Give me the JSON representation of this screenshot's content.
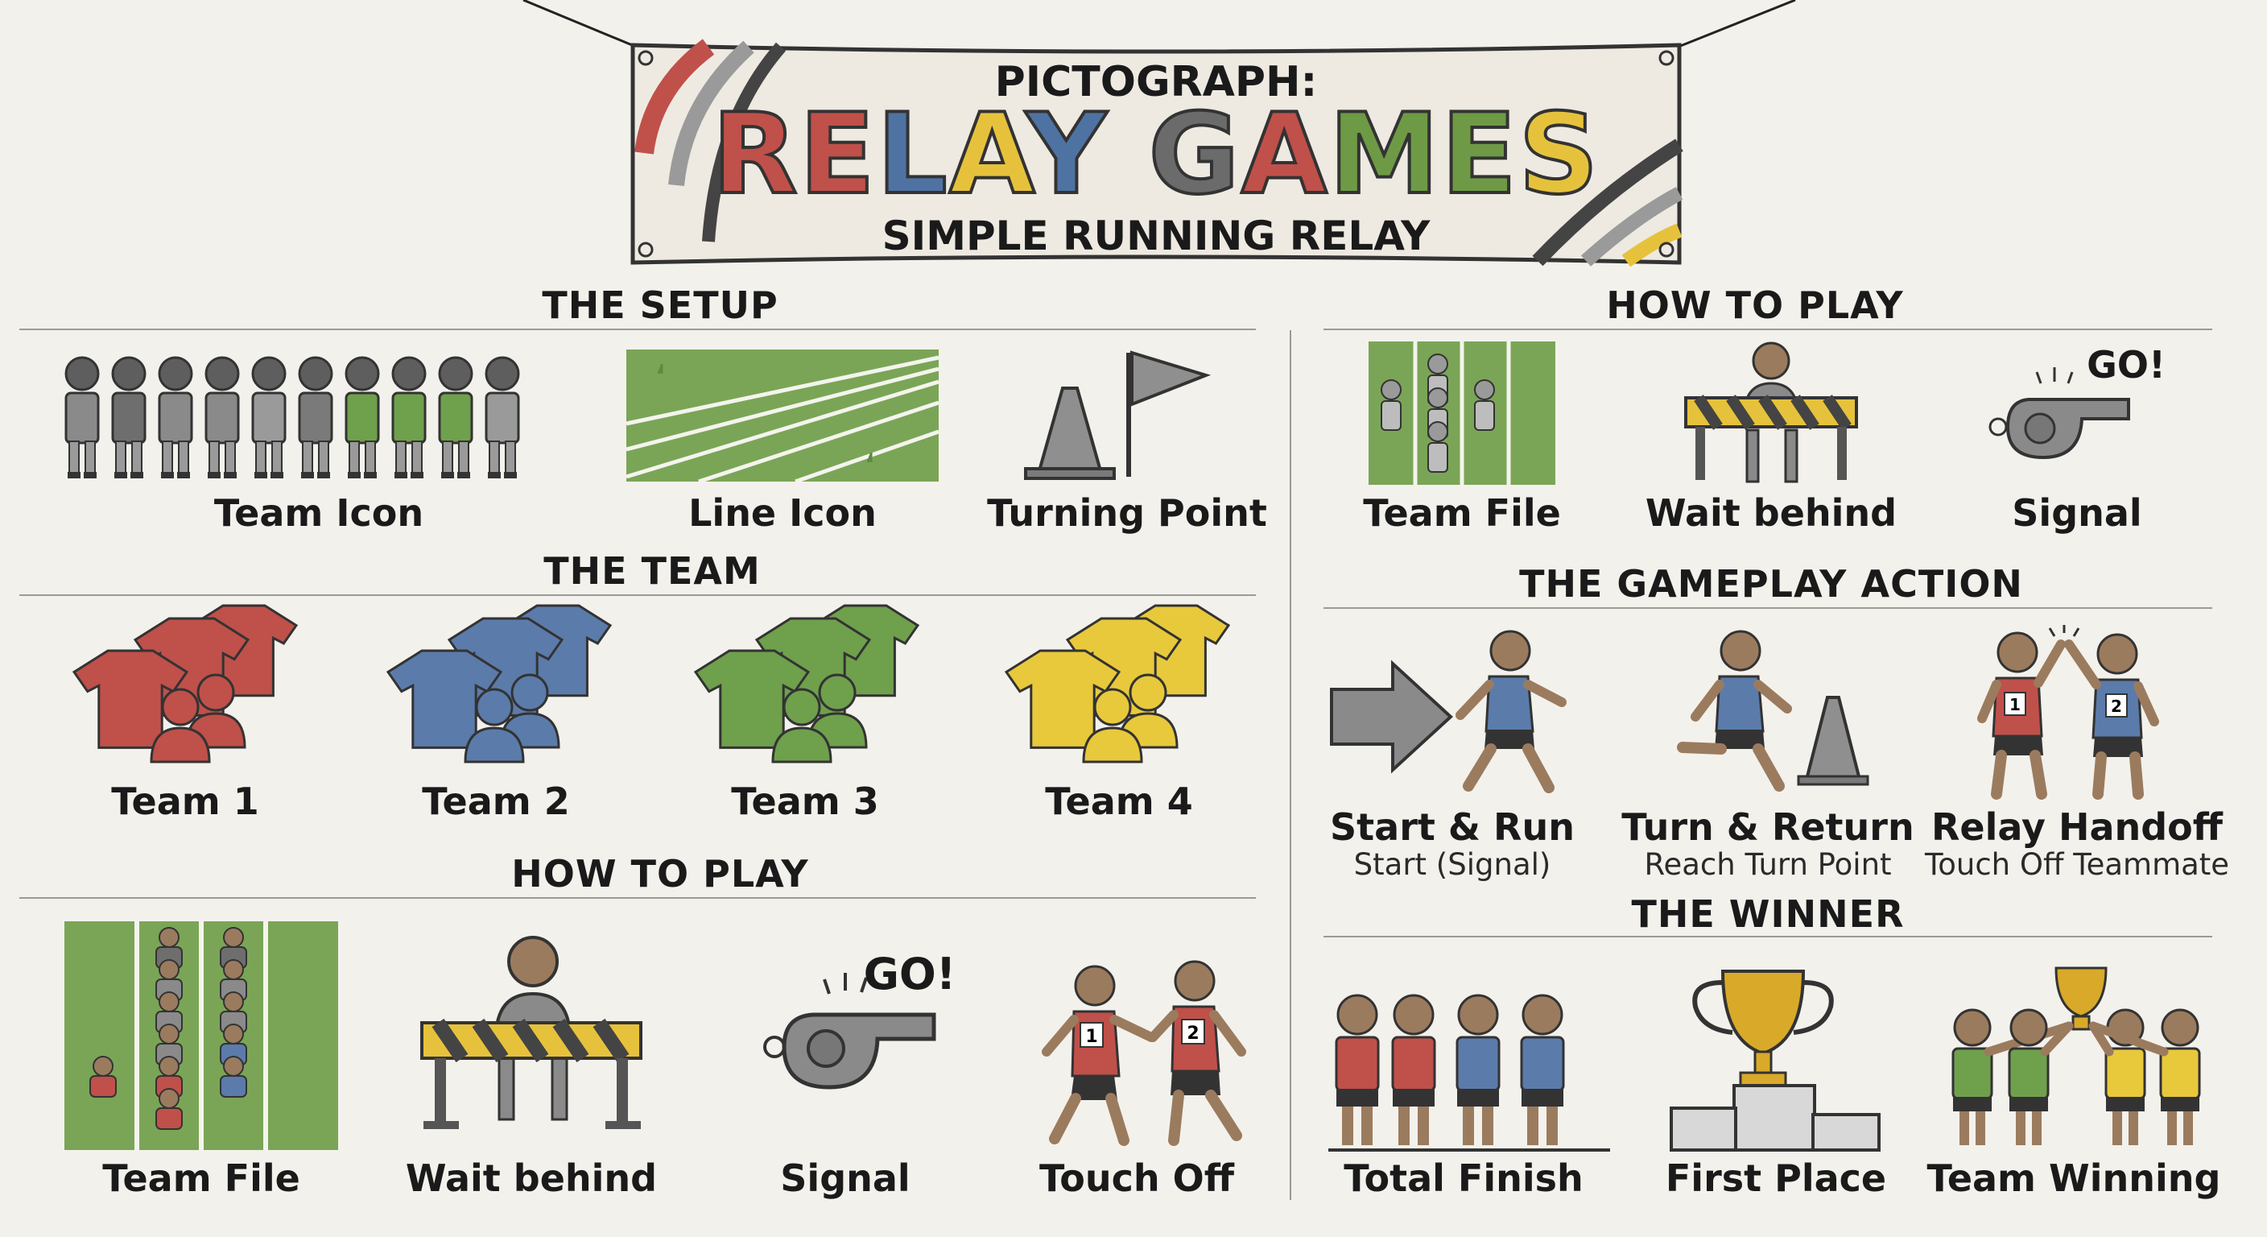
{
  "banner": {
    "kicker": "PICTOGRAPH:",
    "title_letters": [
      {
        "ch": "R",
        "color": "#c0504a"
      },
      {
        "ch": "E",
        "color": "#c0504a"
      },
      {
        "ch": "L",
        "color": "#4e73a3"
      },
      {
        "ch": "A",
        "color": "#e6c23c"
      },
      {
        "ch": "Y",
        "color": "#4e73a3"
      },
      {
        "ch": " ",
        "color": "#000000"
      },
      {
        "ch": "G",
        "color": "#6b6b6b"
      },
      {
        "ch": "A",
        "color": "#c0504a"
      },
      {
        "ch": "M",
        "color": "#6e9a46"
      },
      {
        "ch": "E",
        "color": "#6e9a46"
      },
      {
        "ch": "S",
        "color": "#e6c23c"
      }
    ],
    "subtitle": "SIMPLE RUNNING RELAY"
  },
  "left": {
    "setup": {
      "title": "THE SETUP",
      "items": [
        {
          "label": "Team Icon"
        },
        {
          "label": "Line Icon"
        },
        {
          "label": "Turning Point"
        }
      ]
    },
    "team": {
      "title": "THE TEAM",
      "items": [
        {
          "label": "Team 1",
          "color": "#c0504a"
        },
        {
          "label": "Team 2",
          "color": "#5b7bab"
        },
        {
          "label": "Team 3",
          "color": "#6fa04c"
        },
        {
          "label": "Team 4",
          "color": "#e8c93c"
        }
      ]
    },
    "how": {
      "title": "HOW TO PLAY",
      "items": [
        {
          "label": "Team File"
        },
        {
          "label": "Wait behind"
        },
        {
          "label": "Signal",
          "callout": "GO!"
        },
        {
          "label": "Touch Off",
          "bibs": [
            "1",
            "2"
          ]
        }
      ]
    }
  },
  "right": {
    "how": {
      "title": "HOW TO PLAY",
      "items": [
        {
          "label": "Team File"
        },
        {
          "label": "Wait behind"
        },
        {
          "label": "Signal",
          "callout": "GO!"
        }
      ]
    },
    "action": {
      "title": "THE GAMEPLAY ACTION",
      "items": [
        {
          "label": "Start & Run",
          "sub": "Start (Signal)"
        },
        {
          "label": "Turn & Return",
          "sub": "Reach Turn Point"
        },
        {
          "label": "Relay Handoff",
          "sub": "Touch Off Teammate",
          "bibs": [
            "1",
            "2"
          ]
        }
      ]
    },
    "winner": {
      "title": "THE WINNER",
      "items": [
        {
          "label": "Total Finish"
        },
        {
          "label": "First Place"
        },
        {
          "label": "Team Winning"
        }
      ]
    }
  },
  "colors": {
    "red": "#c0504a",
    "blue": "#5b7bab",
    "green": "#6fa04c",
    "yellow": "#e8c93c",
    "grass": "#7aa556",
    "gray": "#8a8a8a",
    "skin": "#9b7b5e",
    "gold": "#d9a92a"
  }
}
